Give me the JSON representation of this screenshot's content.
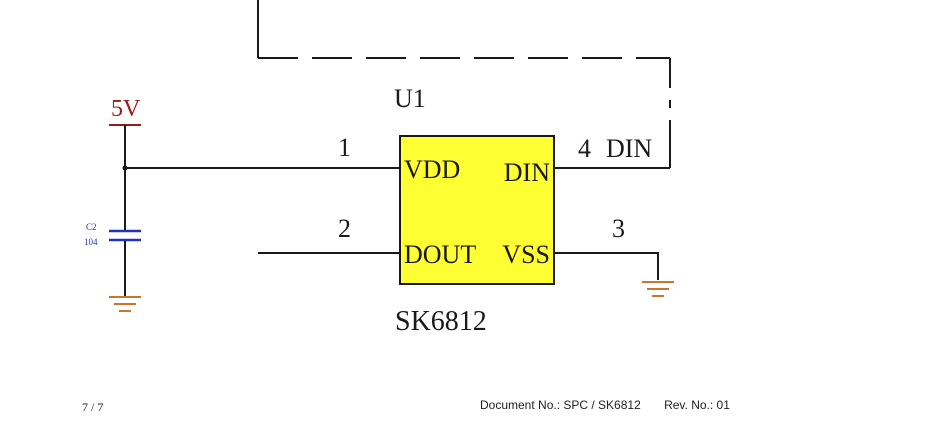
{
  "schematic": {
    "colors": {
      "wire": "#1a1a1a",
      "power": "#9b1b1b",
      "capacitor": "#2233bb",
      "ground": "#c9762a",
      "chip_fill": "#ffff33",
      "chip_border": "#1a1a1a"
    },
    "power_label": "5V",
    "capacitor": {
      "ref": "C2",
      "value": "104"
    },
    "chip": {
      "ref": "U1",
      "part": "SK6812",
      "pins": [
        {
          "number": "1",
          "name": "VDD"
        },
        {
          "number": "2",
          "name": "DOUT"
        },
        {
          "number": "3",
          "name": "VSS"
        },
        {
          "number": "4",
          "name": "DIN"
        }
      ]
    },
    "net_label": "DIN"
  },
  "footer": {
    "page": "7 / 7",
    "document": "Document No.: SPC / SK6812",
    "revision": "Rev. No.: 01"
  }
}
